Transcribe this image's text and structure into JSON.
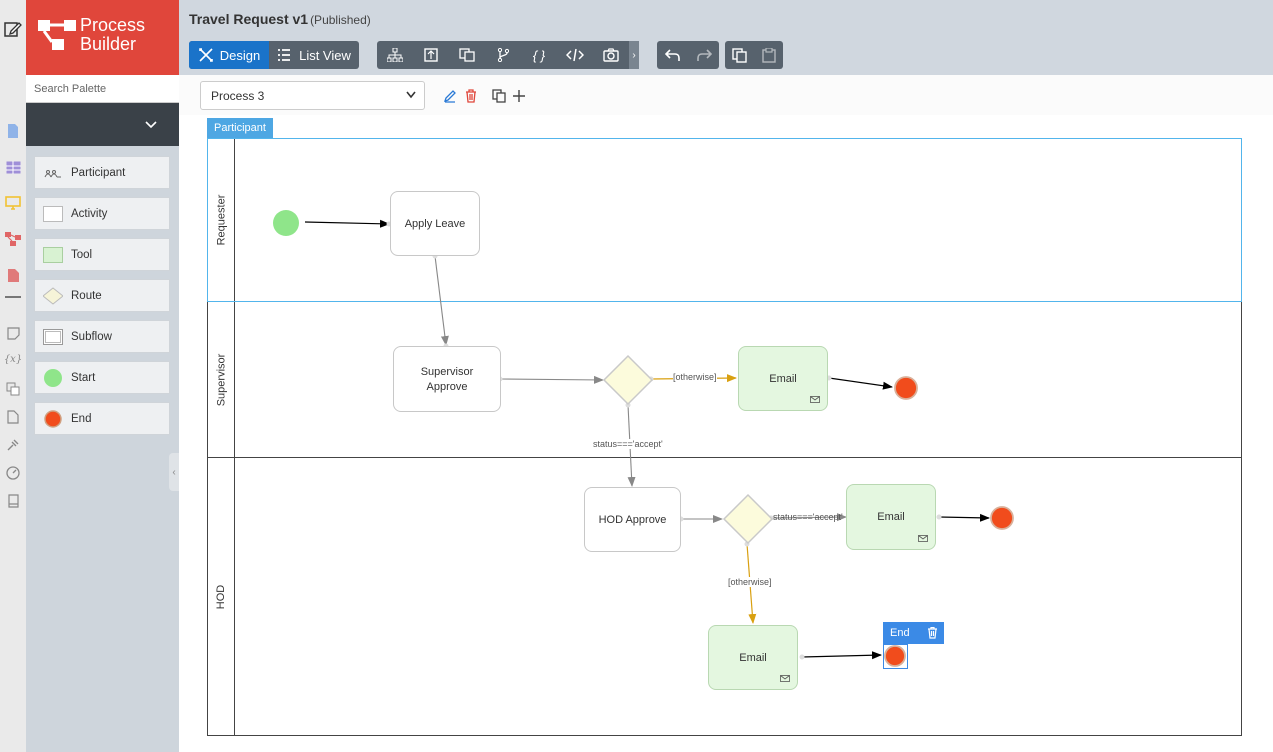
{
  "app": {
    "title": "Process Builder",
    "title_line1": "Process",
    "title_line2": "Builder",
    "brand_color": "#e0463b"
  },
  "header": {
    "page_title": "Travel Request v1",
    "status": "(Published)",
    "design_label": "Design",
    "listview_label": "List View",
    "tools": [
      "sitemap-icon",
      "form-icon",
      "translate-icon",
      "branch-icon",
      "braces-icon",
      "code-icon",
      "camera-icon"
    ],
    "undo_redo": [
      "undo-icon",
      "redo-icon"
    ],
    "copy_paste": [
      "copy-icon",
      "paste-icon"
    ]
  },
  "palette": {
    "search_placeholder": "Search Palette",
    "items": [
      {
        "label": "Participant",
        "icon": "participant-icon"
      },
      {
        "label": "Activity",
        "icon": "activity-icon"
      },
      {
        "label": "Tool",
        "icon": "tool-icon"
      },
      {
        "label": "Route",
        "icon": "route-icon"
      },
      {
        "label": "Subflow",
        "icon": "subflow-icon"
      },
      {
        "label": "Start",
        "icon": "start-icon"
      },
      {
        "label": "End",
        "icon": "end-icon"
      }
    ]
  },
  "process": {
    "selected": "Process 3"
  },
  "diagram": {
    "participant_tab": "Participant",
    "lanes": [
      "Requester",
      "Supervisor",
      "HOD"
    ],
    "nodes": {
      "apply_leave": "Apply Leave",
      "supervisor_approve_1": "Supervisor",
      "supervisor_approve_2": "Approve",
      "hod_approve": "HOD Approve",
      "email_1": "Email",
      "email_2": "Email",
      "email_3": "Email"
    },
    "edge_labels": {
      "otherwise_1": "[otherwise]",
      "accept_1": "status==='accept'",
      "accept_2": "status==='accept'",
      "otherwise_2": "[otherwise]"
    },
    "end_tooltip": "End",
    "colors": {
      "start": "#8fe58a",
      "end": "#f14c1c",
      "route": "#fcfbdc",
      "tool": "#e4f7e0",
      "otherwise_edge": "#d9a010",
      "selection": "#3b8ae6"
    }
  }
}
